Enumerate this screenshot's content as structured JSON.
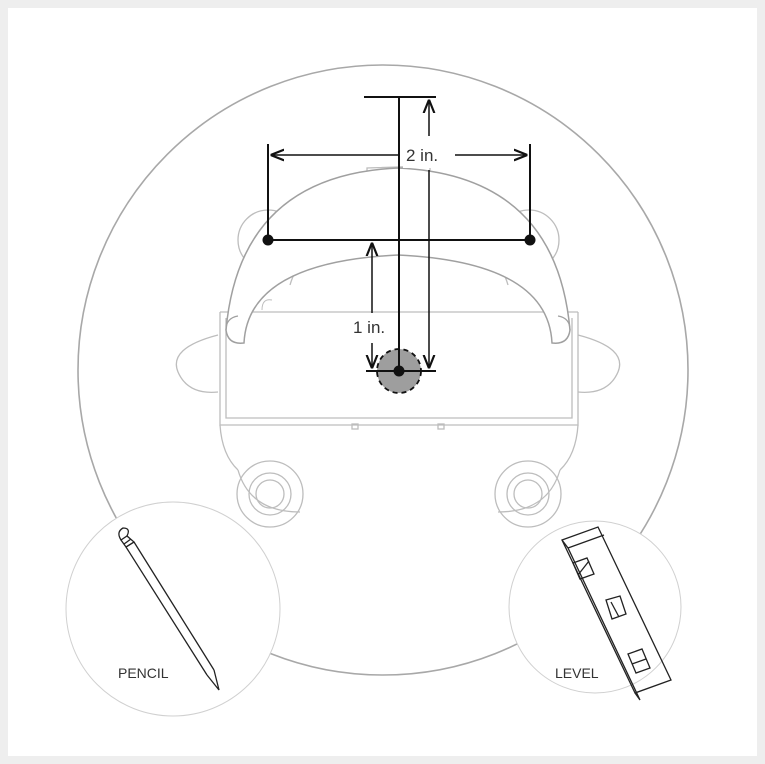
{
  "diagram": {
    "dimension_horizontal": "2 in.",
    "dimension_vertical": "1 in.",
    "tools": {
      "pencil": {
        "label": "PENCIL",
        "icon": "pencil-icon"
      },
      "level": {
        "label": "LEVEL",
        "icon": "level-icon"
      }
    }
  },
  "colors": {
    "background": "#eeeeee",
    "panel": "#ffffff",
    "line": "#111111",
    "outline": "#bbbbbb",
    "center_fill": "#9e9e9e"
  }
}
